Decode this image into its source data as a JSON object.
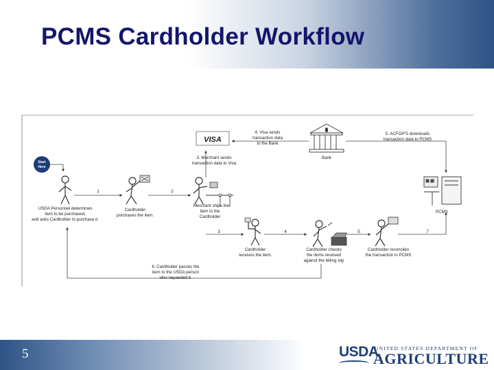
{
  "slide": {
    "title": "PCMS Cardholder Workflow",
    "page_number": "5"
  },
  "diagram": {
    "start": [
      "Start",
      "Here"
    ],
    "visa_logo": "VISA",
    "bank_symbol": "$",
    "labels": {
      "usda_person": [
        "USDA Personnel determines",
        "item to be purchased,",
        "and asks Cardholder to purchase it."
      ],
      "cardholder_purchases": [
        "Cardholder",
        "purchases the item."
      ],
      "merchant_ships": [
        "Merchant ships the",
        "item to the",
        "Cardholder"
      ],
      "merchant_sends": [
        "3.  Merchant sends",
        "transaction data to Visa"
      ],
      "visa_sends": [
        "4.  Visa sends",
        "transaction data",
        "to the Bank"
      ],
      "bank": "Bank",
      "acfo_downloads": [
        "5.  ACFO/FS downloads",
        "transaction data to PCMS"
      ],
      "pcms": "PCMS",
      "cardholder_receives": [
        "Cardholder",
        "receives the item."
      ],
      "cardholder_checks": [
        "Cardholder checks",
        "the items received",
        "against the billing slip"
      ],
      "cardholder_reconciles": [
        "Cardholder reconciles",
        "the transaction in PCMS"
      ],
      "cardholder_passes": [
        "6.  Cardholder passes the",
        "item to the USDA person",
        "who requested it."
      ]
    },
    "step_numbers": [
      "1",
      "2",
      "3",
      "4",
      "5",
      "7"
    ]
  },
  "logo": {
    "usda": "USDA",
    "department": "UNITED STATES DEPARTMENT OF",
    "agriculture": "AGRICULTURE"
  }
}
